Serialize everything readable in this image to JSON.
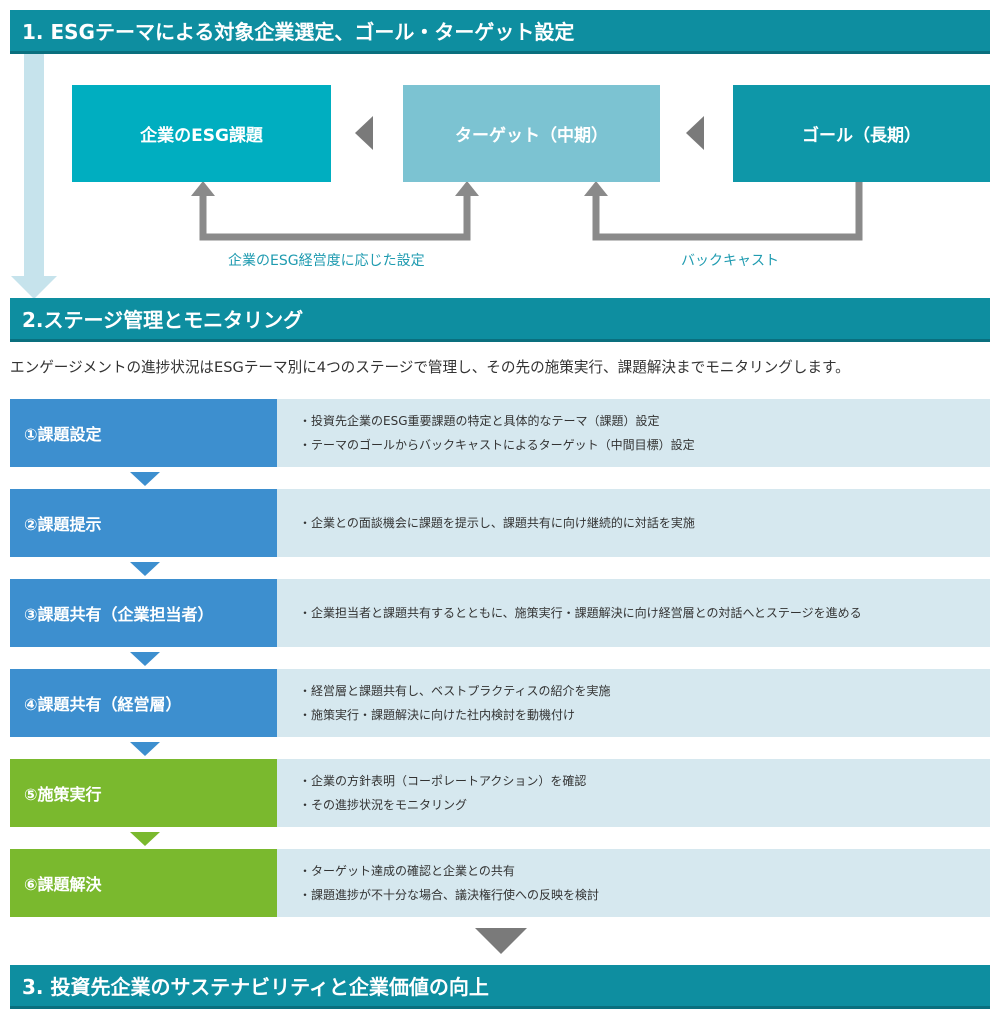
{
  "section1": {
    "title": "1. ESGテーマによる対象企業選定、ゴール・ターゲット設定"
  },
  "boxes": [
    {
      "label": "企業のESG課題",
      "color": "#00aec0"
    },
    {
      "label": "ターゲット（中期）",
      "color": "#7cc3d2"
    },
    {
      "label": "ゴール（長期）",
      "color": "#0e97a8"
    }
  ],
  "captions": {
    "left": "企業のESG経営度に応じた設定",
    "right": "バックキャスト"
  },
  "section2": {
    "title": "2.ステージ管理とモニタリング",
    "intro": "エンゲージメントの進捗状況はESGテーマ別に4つのステージで管理し、その先の施策実行、課題解決までモニタリングします。"
  },
  "stages": [
    {
      "label": "①課題設定",
      "color": "#3d8fcf",
      "lines": [
        "・投資先企業のESG重要課題の特定と具体的なテーマ（課題）設定",
        "・テーマのゴールからバックキャストによるターゲット（中間目標）設定"
      ]
    },
    {
      "label": "②課題提示",
      "color": "#3d8fcf",
      "lines": [
        "・企業との面談機会に課題を提示し、課題共有に向け継続的に対話を実施"
      ]
    },
    {
      "label": "③課題共有（企業担当者）",
      "color": "#3d8fcf",
      "lines": [
        "・企業担当者と課題共有するとともに、施策実行・課題解決に向け経営層との対話へとステージを進める"
      ]
    },
    {
      "label": "④課題共有（経営層）",
      "color": "#3d8fcf",
      "lines": [
        "・経営層と課題共有し、ベストプラクティスの紹介を実施",
        "・施策実行・課題解決に向けた社内検討を動機付け"
      ]
    },
    {
      "label": "⑤施策実行",
      "color": "#7ab92e",
      "lines": [
        "・企業の方針表明（コーポレートアクション）を確認",
        "・その進捗状況をモニタリング"
      ]
    },
    {
      "label": "⑥課題解決",
      "color": "#7ab92e",
      "lines": [
        "・ターゲット達成の確認と企業との共有",
        "・課題進捗が不十分な場合、議決権行使への反映を検討"
      ]
    }
  ],
  "section3": {
    "title": "3. 投資先企業のサステナビリティと企業価値の向上"
  },
  "colors": {
    "header": "#0e8ea0",
    "arrow_light": "#c6e3ec",
    "connector_gray": "#8a8a8a",
    "arrow_blue": "#3d8fcf",
    "arrow_green": "#7ab92e",
    "arrow_dark": "#7a7a7a"
  }
}
